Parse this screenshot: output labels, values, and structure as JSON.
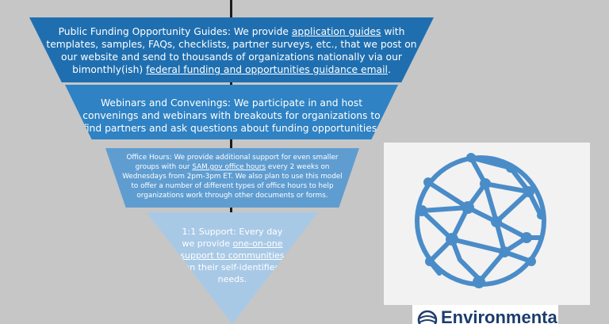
{
  "funnel": {
    "tier1": {
      "p1": "Public Funding Opportunity Guides: We provide ",
      "l1": "application guides",
      "p2": " with templates, samples, FAQs, checklists, partner surveys, etc., that we post on our website and send to thousands of organizations nationally via our bimonthly(ish) ",
      "l2": "federal funding and opportunities guidance email",
      "p3": "."
    },
    "tier2": {
      "text": "Webinars and Convenings: We participate in and host convenings and webinars with breakouts for organizations to find partners and ask questions about funding opportunities."
    },
    "tier3": {
      "p1": "Office Hours: We provide additional support for  even  smaller groups with our ",
      "l1": "SAM.gov office hours",
      "p2": " every 2 weeks on Wednesdays from 2pm-3pm ET. We also plan to use this model to offer a number of different types of office hours to help organizations work through other documents or forms."
    },
    "tier4": {
      "p1": "1:1 Support: Every day we provide ",
      "l1": "one-on-one support to communities ",
      "p2": "on their self-identified needs."
    }
  },
  "logo": {
    "icon": "network-globe-icon",
    "wordmark": "Environmental"
  },
  "colors": {
    "background": "#c6c6c6",
    "tier1": "#1f6fb0",
    "tier2": "#2f82c3",
    "tier3": "#5f9dd1",
    "tier4": "#a8c9e6",
    "globe": "#4a8cc8",
    "wordmark": "#1c3c6e"
  }
}
